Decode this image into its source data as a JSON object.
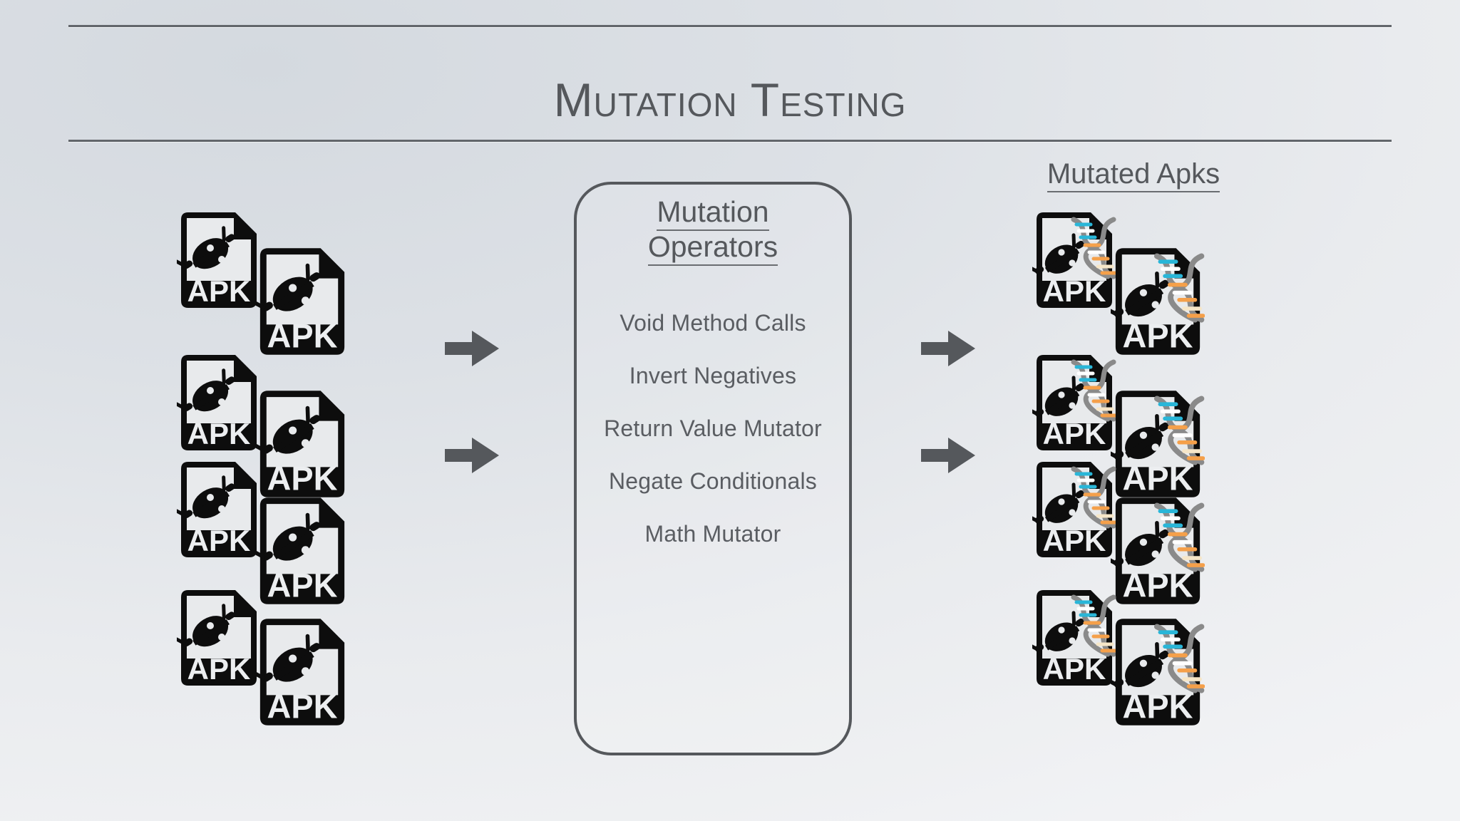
{
  "slide": {
    "title": "Mutation Testing",
    "background_color": "#dde1e6",
    "accent_color": "#55585c"
  },
  "rules": {
    "top": "horizontal-rule",
    "bottom": "horizontal-rule"
  },
  "left_group": {
    "name": "original-apks",
    "count": 8,
    "icon_label": "APK",
    "icons": [
      {
        "id": "apk-1",
        "label": "APK",
        "mutated": false
      },
      {
        "id": "apk-2",
        "label": "APK",
        "mutated": false
      },
      {
        "id": "apk-3",
        "label": "APK",
        "mutated": false
      },
      {
        "id": "apk-4",
        "label": "APK",
        "mutated": false
      },
      {
        "id": "apk-5",
        "label": "APK",
        "mutated": false
      },
      {
        "id": "apk-6",
        "label": "APK",
        "mutated": false
      },
      {
        "id": "apk-7",
        "label": "APK",
        "mutated": false
      },
      {
        "id": "apk-8",
        "label": "APK",
        "mutated": false
      }
    ]
  },
  "operators_box": {
    "heading_line1": "Mutation",
    "heading_line2": "Operators",
    "items": [
      "Void Method Calls",
      "Invert Negatives",
      "Return Value Mutator",
      "Negate Conditionals",
      "Math Mutator"
    ],
    "border_color": "#55585c"
  },
  "right_group": {
    "label": "Mutated Apks",
    "count": 8,
    "icon_label": "APK",
    "dna_colors": {
      "backbone": "#8a8a8a",
      "rung_cyan": "#29b6d8",
      "rung_orange": "#f5a04a",
      "rung_white": "#ffffff",
      "rung_cream": "#f6e6c8"
    },
    "icons": [
      {
        "id": "mutated-apk-1",
        "label": "APK",
        "mutated": true
      },
      {
        "id": "mutated-apk-2",
        "label": "APK",
        "mutated": true
      },
      {
        "id": "mutated-apk-3",
        "label": "APK",
        "mutated": true
      },
      {
        "id": "mutated-apk-4",
        "label": "APK",
        "mutated": true
      },
      {
        "id": "mutated-apk-5",
        "label": "APK",
        "mutated": true
      },
      {
        "id": "mutated-apk-6",
        "label": "APK",
        "mutated": true
      },
      {
        "id": "mutated-apk-7",
        "label": "APK",
        "mutated": true
      },
      {
        "id": "mutated-apk-8",
        "label": "APK",
        "mutated": true
      }
    ]
  },
  "arrows": {
    "color": "#55585c",
    "input_arrow_1": "arrow-right",
    "input_arrow_2": "arrow-right",
    "output_arrow_1": "arrow-right",
    "output_arrow_2": "arrow-right"
  }
}
